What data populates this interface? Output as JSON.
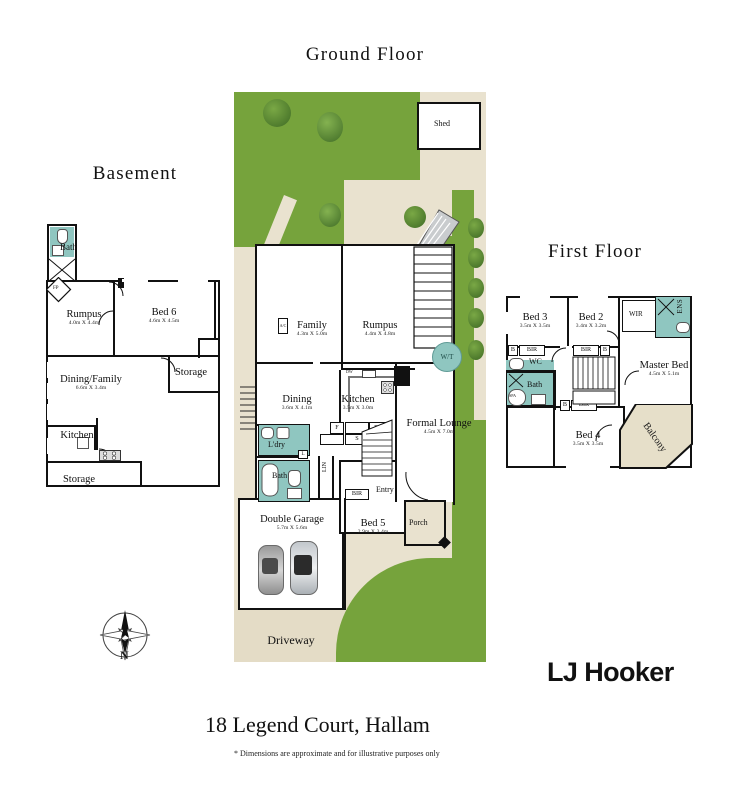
{
  "page": {
    "address": "18 Legend Court, Hallam",
    "disclaimer": "* Dimensions are approximate and for illustrative purposes only",
    "brand": "LJ Hooker",
    "compass_label": "N"
  },
  "colors": {
    "grass": "#76a33c",
    "paving": "#e9e2cf",
    "driveway": "#e4dcc6",
    "wet_area": "#8fc6c0",
    "wall": "#111111",
    "paper": "#ffffff"
  },
  "floors": [
    {
      "id": "basement",
      "title": "Basement",
      "rooms": [
        {
          "name": "Bath",
          "dim": ""
        },
        {
          "name": "Rumpus",
          "dim": "4.0m X 4.4m"
        },
        {
          "name": "Bed 6",
          "dim": "4.6m X 4.5m"
        },
        {
          "name": "Dining/Family",
          "dim": "6.6m X 3.4m"
        },
        {
          "name": "Storage",
          "dim": ""
        },
        {
          "name": "Kitchen",
          "dim": ""
        },
        {
          "name": "Storage",
          "dim": ""
        }
      ],
      "annotations": [
        "FP"
      ]
    },
    {
      "id": "ground",
      "title": "Ground Floor",
      "rooms": [
        {
          "name": "Shed",
          "dim": ""
        },
        {
          "name": "Family",
          "dim": "4.3m X 5.0m"
        },
        {
          "name": "Rumpus",
          "dim": "4.4m X 4.8m"
        },
        {
          "name": "Dining",
          "dim": "3.6m X 4.1m"
        },
        {
          "name": "Kitchen",
          "dim": "3.5m X 3.0m"
        },
        {
          "name": "Formal Lounge",
          "dim": "4.5m X 7.0m"
        },
        {
          "name": "L'dry",
          "dim": ""
        },
        {
          "name": "Bath",
          "dim": ""
        },
        {
          "name": "Entry",
          "dim": ""
        },
        {
          "name": "Porch",
          "dim": ""
        },
        {
          "name": "Bed 5",
          "dim": "2.9m X 3.4m"
        },
        {
          "name": "Double Garage",
          "dim": "5.7m X 5.6m"
        },
        {
          "name": "Driveway",
          "dim": ""
        }
      ],
      "annotations": [
        "W/T",
        "A/C",
        "DW",
        "F",
        "S",
        "PTY",
        "LIN",
        "BIR"
      ]
    },
    {
      "id": "first",
      "title": "First Floor",
      "rooms": [
        {
          "name": "Bed 3",
          "dim": "3.5m X 3.5m"
        },
        {
          "name": "Bed 2",
          "dim": "3.4m X 3.2m"
        },
        {
          "name": "WIR",
          "dim": ""
        },
        {
          "name": "Master Bed",
          "dim": "4.5m X 5.1m"
        },
        {
          "name": "Bath",
          "dim": ""
        },
        {
          "name": "Bed 4",
          "dim": "3.5m X 3.5m"
        },
        {
          "name": "Balcony",
          "dim": ""
        }
      ],
      "annotations": [
        "B",
        "BIR",
        "WC",
        "ENS",
        "SPA"
      ]
    }
  ]
}
